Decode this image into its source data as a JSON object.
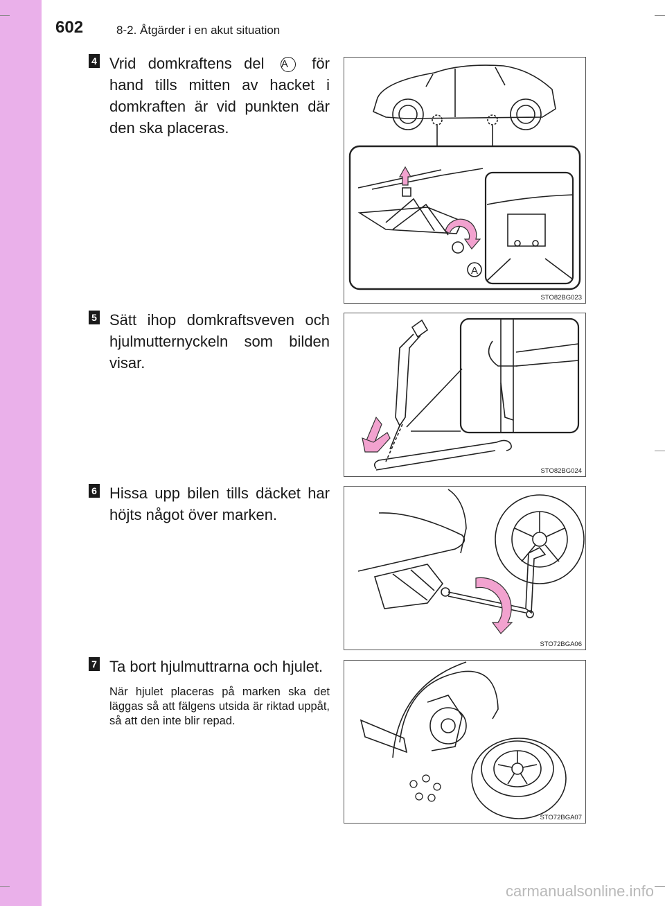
{
  "header": {
    "page_number": "602",
    "section_title": "8-2. Åtgärder i en akut situation"
  },
  "steps": [
    {
      "number": "4",
      "text_before": "Vrid domkraftens del",
      "marker": "A",
      "text_after": "för hand tills mitten av hacket i domkraften är vid punkten där den ska placeras.",
      "figure": {
        "code": "STO82BG023",
        "callout": "A"
      }
    },
    {
      "number": "5",
      "text": "Sätt ihop domkraftsveven och hjulmutternyckeln som bilden visar.",
      "figure": {
        "code": "STO82BG024"
      }
    },
    {
      "number": "6",
      "text": "Hissa upp bilen tills däcket har höjts något över marken.",
      "figure": {
        "code": "STO72BGA06"
      }
    },
    {
      "number": "7",
      "text": "Ta bort hjulmuttrarna och hjulet.",
      "note": "När hjulet placeras på marken ska det läggas så att fälgens utsida är riktad uppåt, så att den inte blir repad.",
      "figure": {
        "code": "STO72BGA07"
      }
    }
  ],
  "footer": {
    "watermark": "carmanualsonline.info"
  },
  "colors": {
    "side_band": "#eab0ea",
    "arrow_pink": "#f2a2cf",
    "badge": "#1a1a1a"
  }
}
